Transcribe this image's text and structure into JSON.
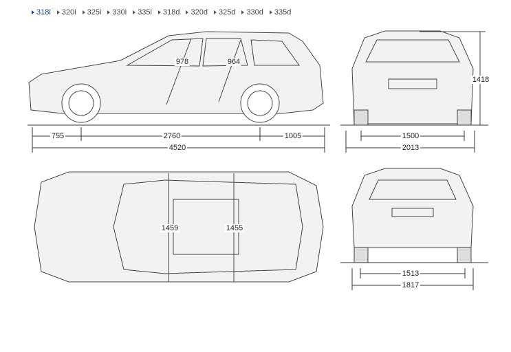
{
  "nav": {
    "items": [
      "318i",
      "320i",
      "325i",
      "330i",
      "335i",
      "318d",
      "320d",
      "325d",
      "330d",
      "335d"
    ],
    "active": "318i"
  },
  "dimensions": {
    "side": {
      "front_overhang": "755",
      "wheelbase": "2760",
      "rear_overhang": "1005",
      "length": "4520",
      "front_headroom": "978",
      "rear_headroom": "964"
    },
    "front": {
      "height": "1418",
      "track": "1500",
      "width_with_mirrors": "2013"
    },
    "top": {
      "front_interior_width": "1459",
      "rear_interior_width": "1455"
    },
    "rear": {
      "track": "1513",
      "width": "1817"
    }
  },
  "colors": {
    "accent": "#1a3e8c",
    "line": "#333333",
    "car_fill": "#f2f2f2"
  }
}
